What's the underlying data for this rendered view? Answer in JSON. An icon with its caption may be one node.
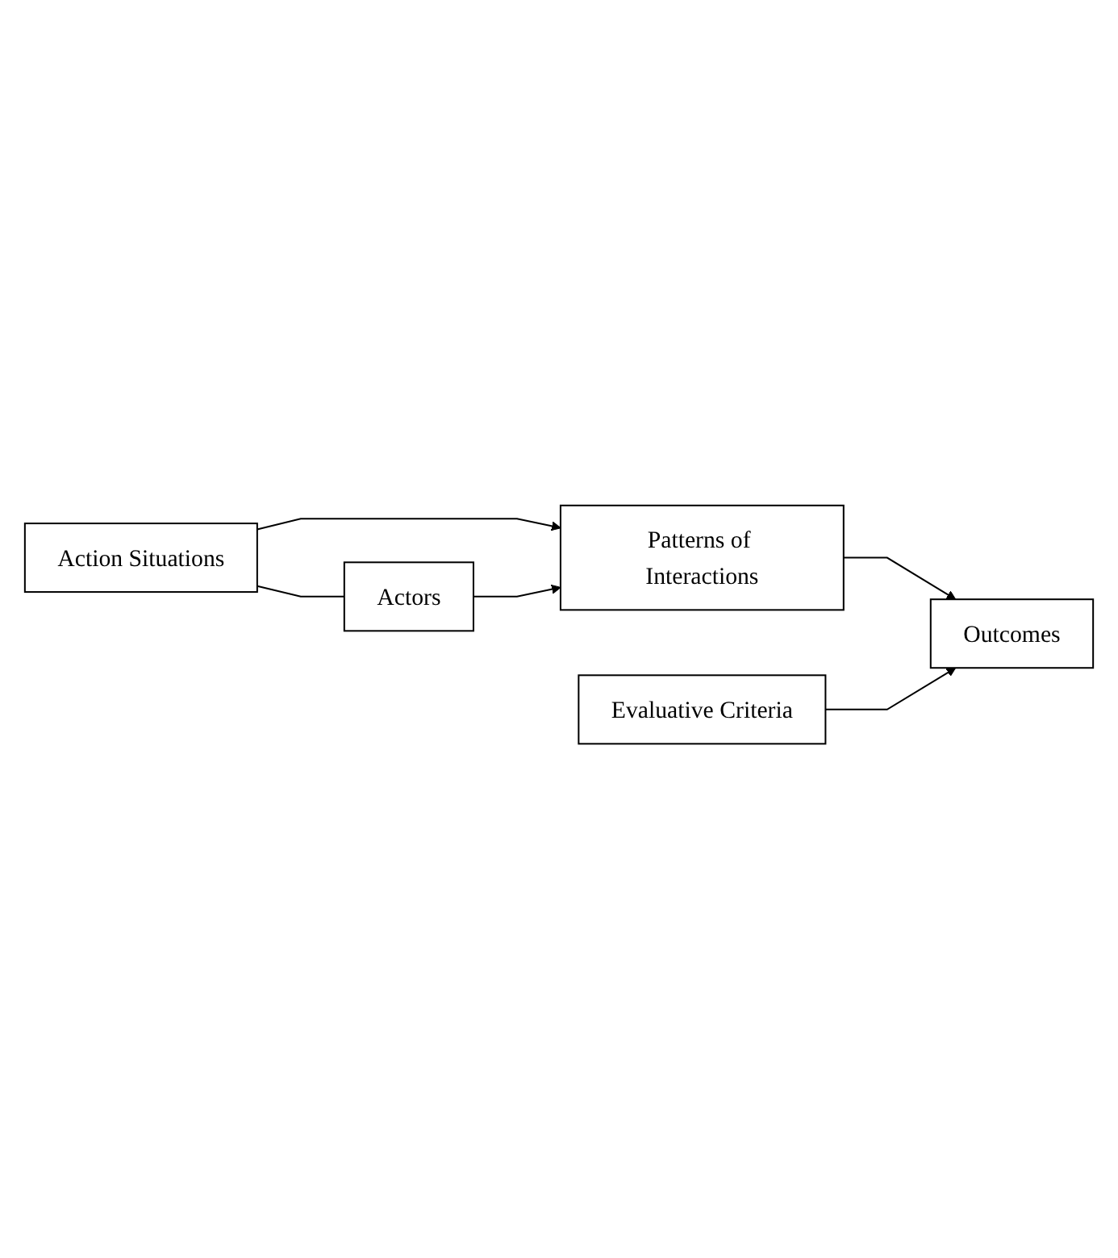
{
  "diagram": {
    "nodes": [
      {
        "text": [
          "Action Situations"
        ]
      },
      {
        "text": [
          "Actors"
        ]
      },
      {
        "text": [
          "Patterns of Interactions"
        ]
      },
      {
        "text": [
          "Outcomes"
        ]
      },
      {
        "text": [
          "Evaluative Criteria"
        ]
      }
    ],
    "edges": [
      {
        "from": 0,
        "to": 1,
        "arrow": "none"
      },
      {
        "from": 0,
        "to": 2,
        "arrow": "to"
      },
      {
        "from": 1,
        "to": 2,
        "arrow": "to"
      },
      {
        "from": 2,
        "to": 3,
        "arrow": "to"
      },
      {
        "from": 4,
        "to": 3,
        "arrow": "to"
      }
    ]
  }
}
